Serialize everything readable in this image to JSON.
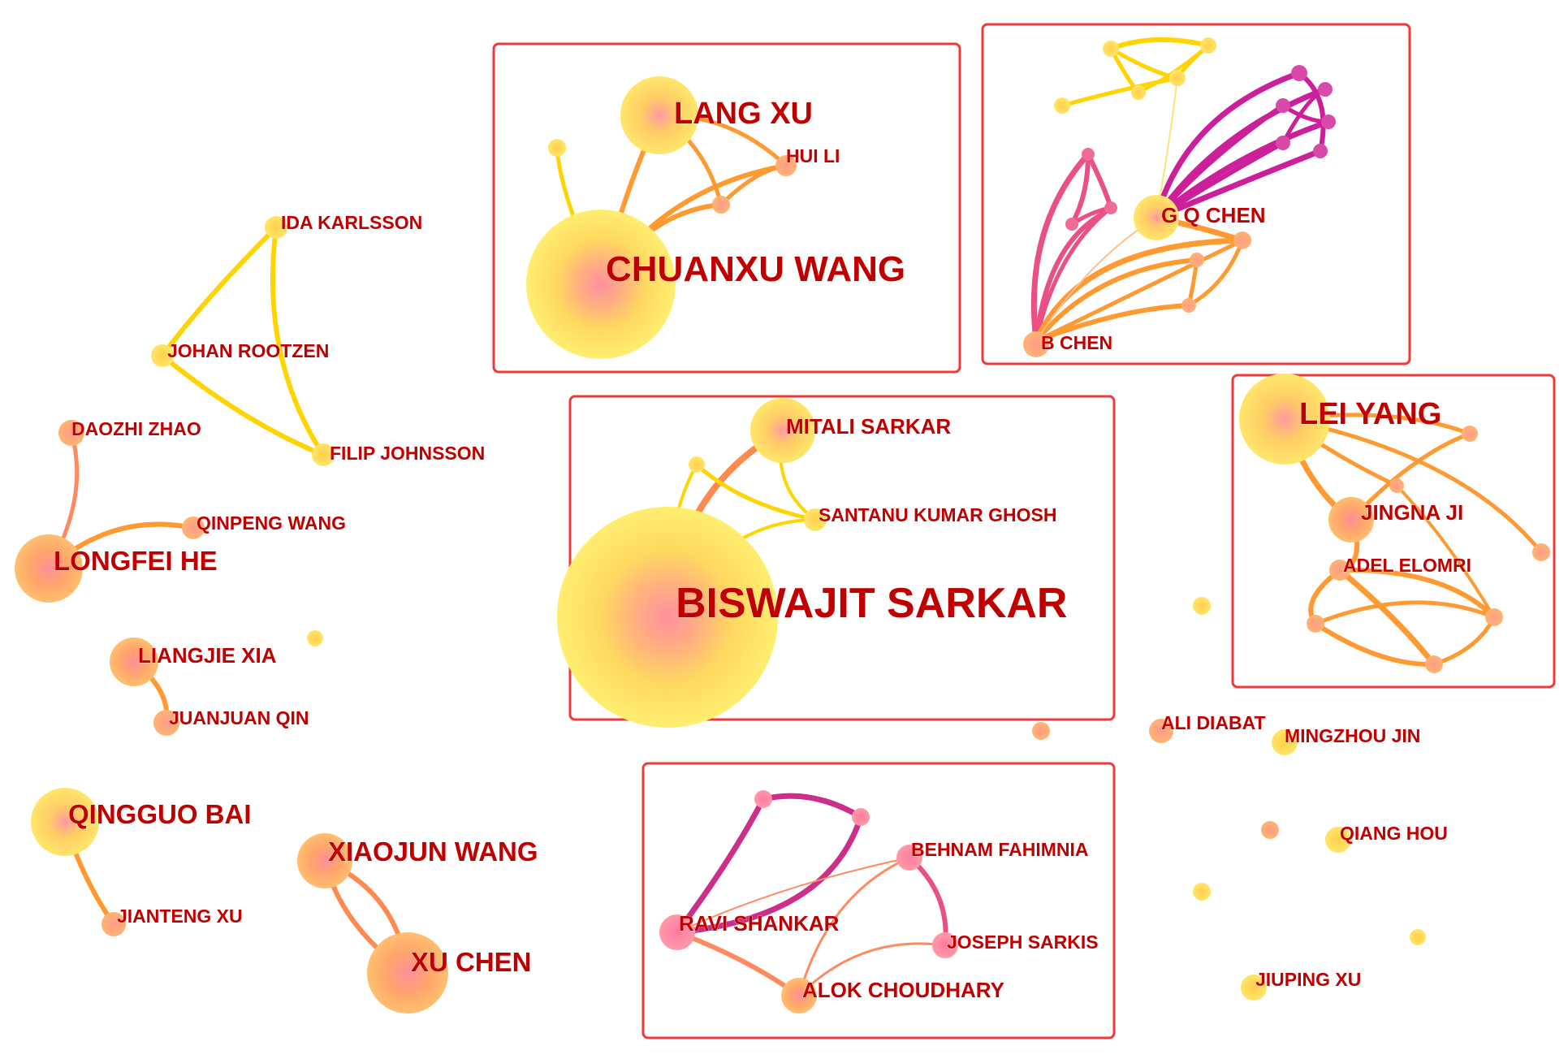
{
  "colors": {
    "yellow": "#ffd400",
    "light_yellow": "#fff06a",
    "orange": "#ff9a33",
    "salmon": "#ff9070",
    "pink": "#ea4f86",
    "magenta": "#cc1f9a",
    "label_red": "#c00000",
    "box_red": "#f03a3a"
  },
  "nodes": {
    "lang_xu": "LANG XU",
    "hui_li": "HUI LI",
    "chuanxu_wang": "CHUANXU WANG",
    "g_q_chen": "G Q CHEN",
    "b_chen": "B CHEN",
    "ida_karlsson": "IDA KARLSSON",
    "johan_rootzen": "JOHAN ROOTZEN",
    "daozhi_zhao": "DAOZHI ZHAO",
    "filip_johnsson": "FILIP JOHNSSON",
    "qinpeng_wang": "QINPENG WANG",
    "longfei_he": "LONGFEI HE",
    "mitali_sarkar": "MITALI SARKAR",
    "santanu_kumar_ghosh": "SANTANU KUMAR GHOSH",
    "biswajit_sarkar": "BISWAJIT SARKAR",
    "lei_yang": "LEI YANG",
    "jingna_ji": "JINGNA JI",
    "adel_elomri": "ADEL ELOMRI",
    "liangjie_xia": "LIANGJIE XIA",
    "juanjuan_qin": "JUANJUAN QIN",
    "ali_diabat": "ALI DIABAT",
    "mingzhou_jin": "MINGZHOU JIN",
    "qingguo_bai": "QINGGUO BAI",
    "xiaojun_wang": "XIAOJUN WANG",
    "jianteng_xu": "JIANTENG XU",
    "xu_chen": "XU CHEN",
    "behnam_fahimnia": "BEHNAM FAHIMNIA",
    "ravi_shankar": "RAVI SHANKAR",
    "joseph_sarkis": "JOSEPH SARKIS",
    "alok_choudhary": "ALOK CHOUDHARY",
    "qiang_hou": "QIANG HOU",
    "jiuping_xu": "JIUPING XU"
  }
}
